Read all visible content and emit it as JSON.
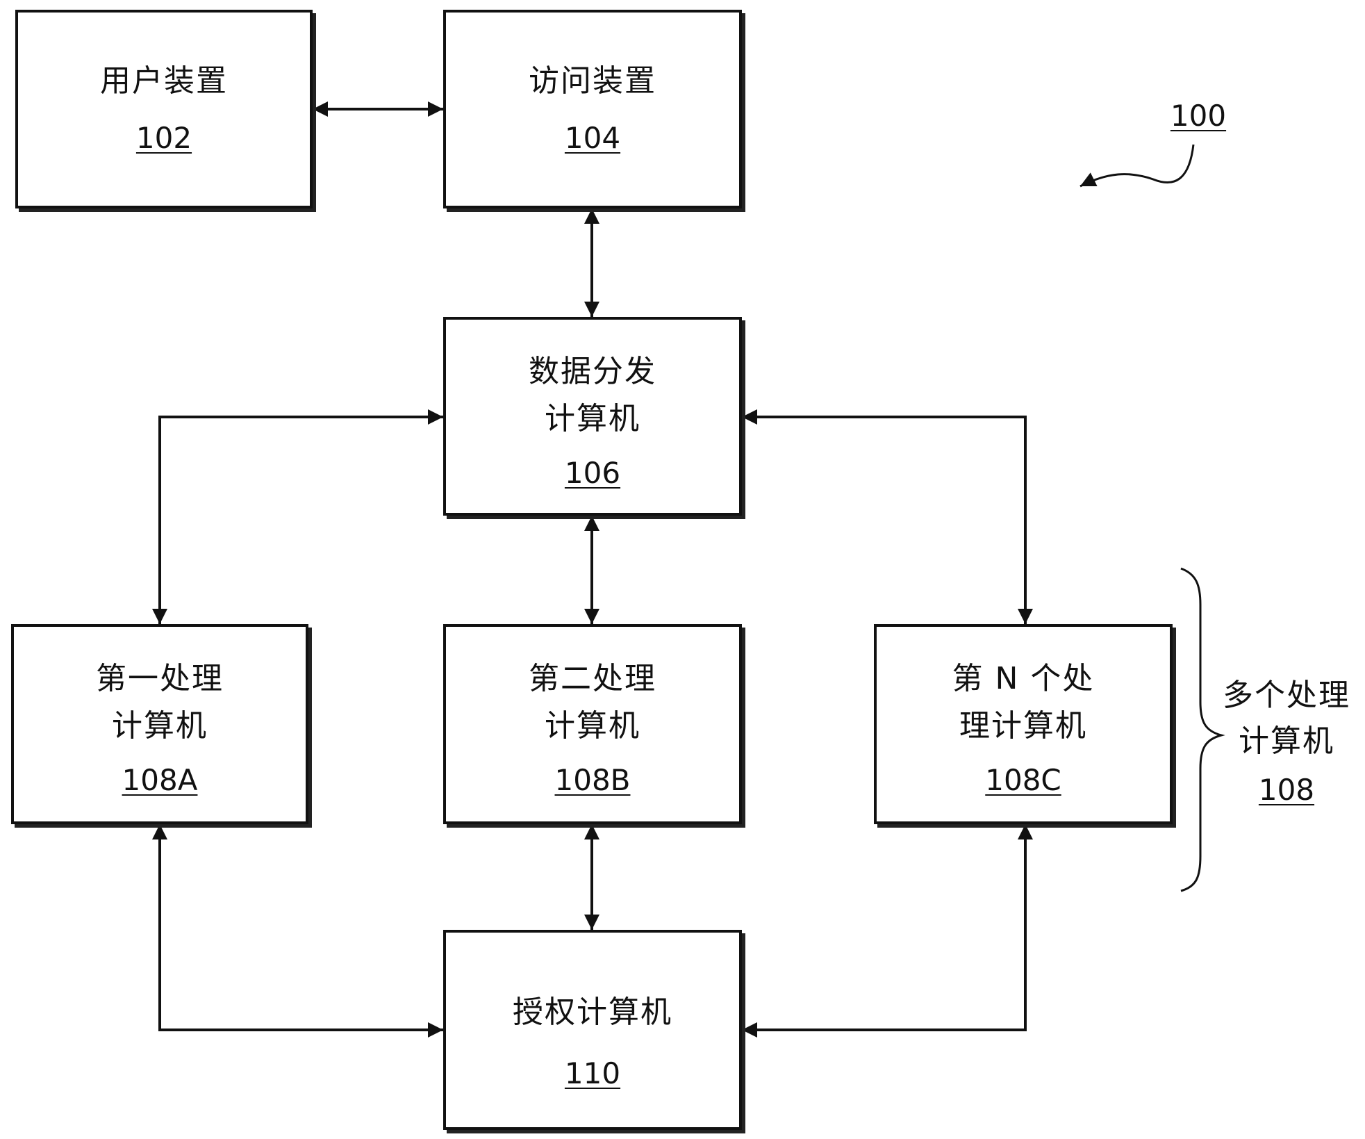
{
  "diagram": {
    "figure_ref": "100",
    "nodes": {
      "user_device": {
        "title": "用户装置",
        "ref": "102"
      },
      "access_device": {
        "title": "访问装置",
        "ref": "104"
      },
      "data_distribution": {
        "title_line1": "数据分发",
        "title_line2": "计算机",
        "ref": "106"
      },
      "proc_first": {
        "title_line1": "第一处理",
        "title_line2": "计算机",
        "ref": "108A"
      },
      "proc_second": {
        "title_line1": "第二处理",
        "title_line2": "计算机",
        "ref": "108B"
      },
      "proc_nth": {
        "title_line1": "第 N 个处",
        "title_line2": "理计算机",
        "ref": "108C"
      },
      "authorization": {
        "title": "授权计算机",
        "ref": "110"
      }
    },
    "group": {
      "title_line1": "多个处理",
      "title_line2": "计算机",
      "ref": "108"
    },
    "edges": [
      {
        "from": "user_device",
        "to": "access_device",
        "direction": "both"
      },
      {
        "from": "access_device",
        "to": "data_distribution",
        "direction": "both"
      },
      {
        "from": "data_distribution",
        "to": "proc_first",
        "direction": "both"
      },
      {
        "from": "data_distribution",
        "to": "proc_second",
        "direction": "both"
      },
      {
        "from": "data_distribution",
        "to": "proc_nth",
        "direction": "both"
      },
      {
        "from": "proc_first",
        "to": "authorization",
        "direction": "both"
      },
      {
        "from": "proc_second",
        "to": "authorization",
        "direction": "both"
      },
      {
        "from": "proc_nth",
        "to": "authorization",
        "direction": "both"
      }
    ]
  }
}
